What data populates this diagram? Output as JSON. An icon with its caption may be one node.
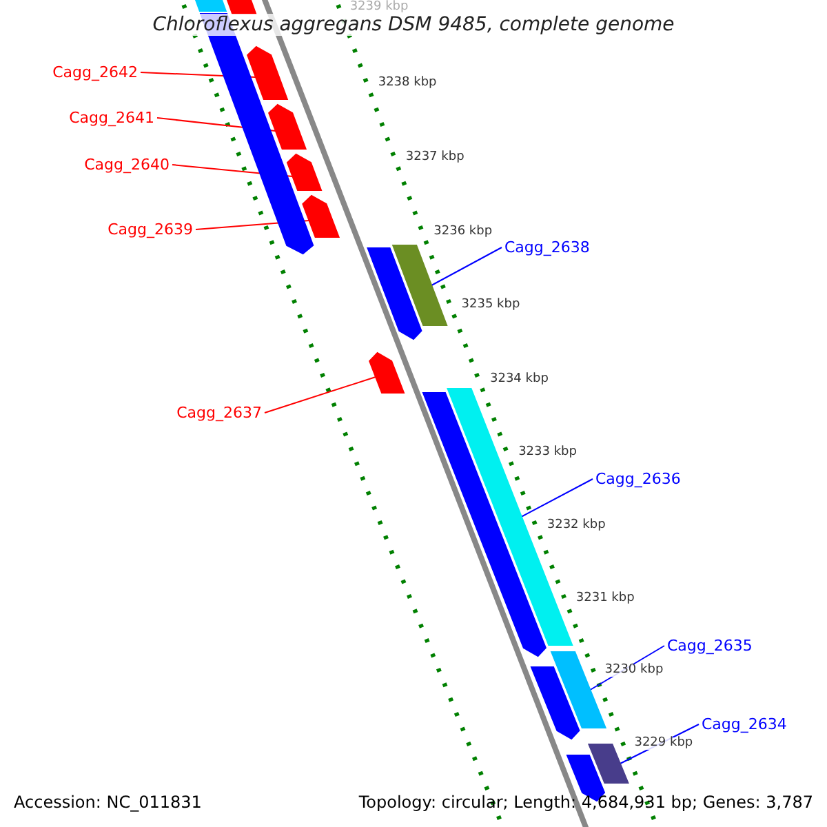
{
  "diagram": {
    "title": "Chloroflexus aggregans DSM 9485, complete genome",
    "nodes": [
      {
        "text": [
          "Cagg_2642"
        ]
      },
      {
        "text": [
          "Cagg_2641"
        ]
      },
      {
        "text": [
          "Cagg_2640"
        ]
      },
      {
        "text": [
          "Cagg_2639"
        ]
      },
      {
        "text": [
          "Cagg_2638"
        ]
      },
      {
        "text": [
          "Cagg_2637"
        ]
      },
      {
        "text": [
          "Cagg_2636"
        ]
      },
      {
        "text": [
          "Cagg_2635"
        ]
      },
      {
        "text": [
          "Cagg_2634"
        ]
      },
      {
        "text": [],
        "shape": "bar"
      },
      {
        "text": [],
        "shape": "bar"
      },
      {
        "text": [],
        "shape": "bar"
      },
      {
        "text": [],
        "shape": "bar"
      },
      {
        "text": [],
        "shape": "bar"
      },
      {
        "text": [],
        "shape": "bar"
      },
      {
        "text": [],
        "shape": "bar"
      },
      {
        "text": [],
        "shape": "bar"
      },
      {
        "text": [],
        "shape": "bar"
      },
      {
        "text": [],
        "shape": "bar"
      },
      {
        "text": [],
        "shape": "bar"
      },
      {
        "text": [],
        "shape": "bar"
      },
      {
        "text": [],
        "shape": "bar"
      },
      {
        "text": [],
        "shape": "bar"
      },
      {
        "text": [],
        "shape": "bar"
      },
      {
        "text": [],
        "shape": "bar"
      }
    ],
    "edges": [
      {
        "from": 0,
        "to": 9,
        "arrow": "none"
      },
      {
        "from": 1,
        "to": 10,
        "arrow": "none"
      },
      {
        "from": 2,
        "to": 11,
        "arrow": "none"
      },
      {
        "from": 3,
        "to": 12,
        "arrow": "none"
      },
      {
        "from": 4,
        "to": 13,
        "arrow": "none",
        "color": "#0000ff"
      },
      {
        "from": 5,
        "to": 14,
        "arrow": "none"
      },
      {
        "from": 6,
        "to": 15,
        "arrow": "none",
        "color": "#0000ff"
      },
      {
        "from": 7,
        "to": 16,
        "arrow": "none",
        "color": "#0000ff"
      },
      {
        "from": 8,
        "to": 17,
        "arrow": "none",
        "color": "#0000ff"
      }
    ],
    "labels": [
      "3239 kbp",
      "3238 kbp",
      "3237 kbp",
      "3236 kbp",
      "3235 kbp",
      "3234 kbp",
      "3233 kbp",
      "3232 kbp",
      "3231 kbp",
      "3230 kbp",
      "3229 kbp",
      "Accession: NC_011831",
      "Topology: circular; Length: 4,684,931 bp; Genes: 3,787"
    ]
  }
}
